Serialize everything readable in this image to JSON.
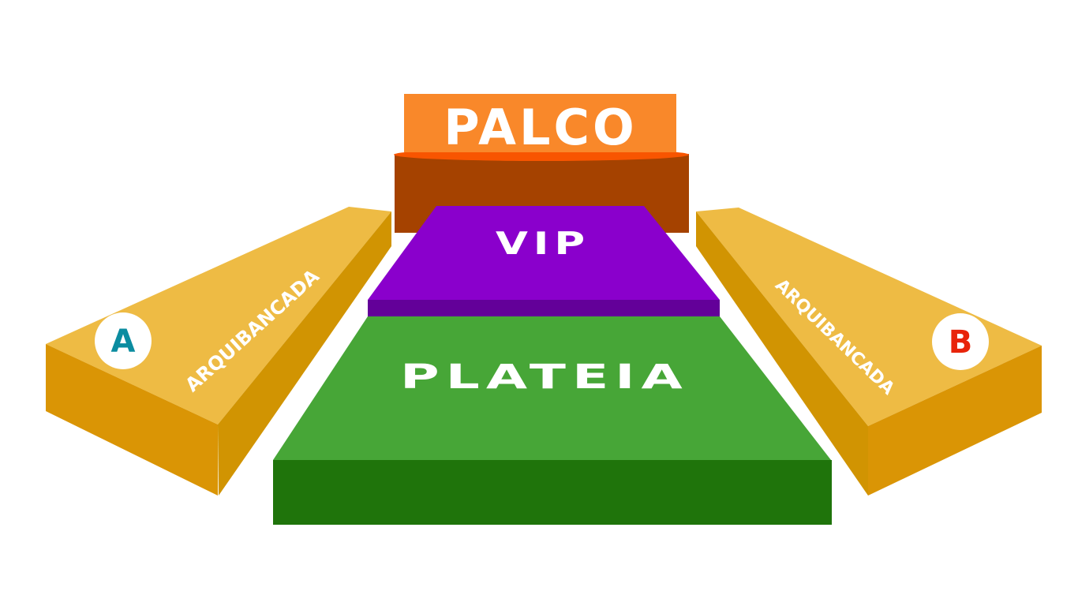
{
  "sections": {
    "stage": {
      "label": "PALCO",
      "color_top": "#F9882A",
      "color_rim": "#F85500",
      "color_body": "#A54200"
    },
    "vip": {
      "label": "VIP",
      "color_top": "#8A00CC",
      "color_front": "#630099"
    },
    "plateia": {
      "label": "PLATEIA",
      "color_top": "#47A637",
      "color_front": "#1F740B"
    },
    "stand_a": {
      "label": "ARQUIBANCADA",
      "badge": "A",
      "badge_color": "#0B8CA0"
    },
    "stand_b": {
      "label": "ARQUIBANCADA",
      "badge": "B",
      "badge_color": "#E8240A"
    }
  },
  "colors": {
    "stand_top": "#EEBB44",
    "stand_front": "#DA9505",
    "stand_side": "#D19402"
  }
}
